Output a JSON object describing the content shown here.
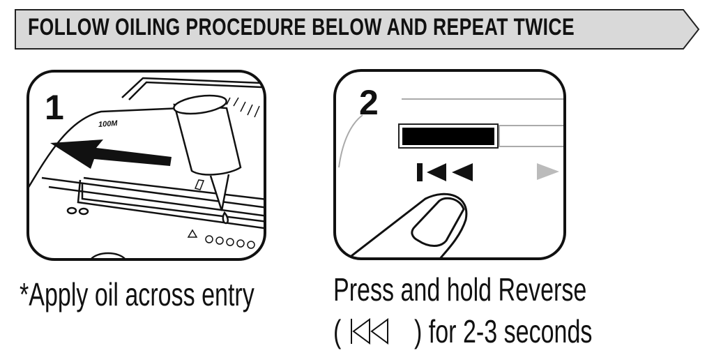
{
  "banner": {
    "title": "FOLLOW OILING PROCEDURE BELOW AND REPEAT TWICE",
    "fill": "#d9d9d9"
  },
  "steps": [
    {
      "number": "1",
      "model_label": "100M",
      "caption": "*Apply oil across entry"
    },
    {
      "number": "2",
      "caption_line1": "Press and hold Reverse",
      "caption_line2_prefix": "(",
      "caption_line2_suffix": ") for 2-3 seconds",
      "icon": "reverse-icon"
    }
  ]
}
